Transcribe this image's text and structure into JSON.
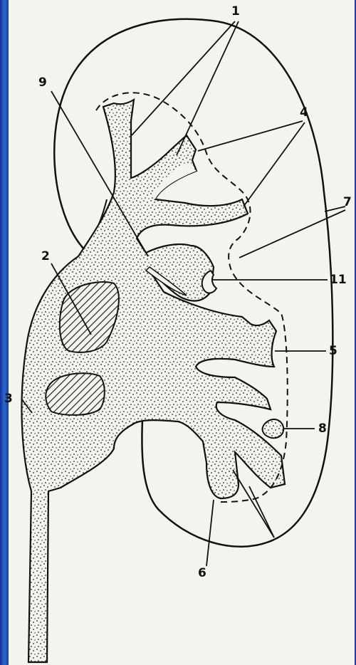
{
  "figure": {
    "labels": [
      {
        "id": "l1",
        "text": "1"
      },
      {
        "id": "l2",
        "text": "2"
      },
      {
        "id": "l3",
        "text": "3"
      },
      {
        "id": "l4",
        "text": "4"
      },
      {
        "id": "l5",
        "text": "5"
      },
      {
        "id": "l6",
        "text": "6"
      },
      {
        "id": "l7",
        "text": "7"
      },
      {
        "id": "l8",
        "text": "8"
      },
      {
        "id": "l9",
        "text": "9"
      },
      {
        "id": "l11",
        "text": "11"
      }
    ],
    "colors": {
      "background_frame": "#1a3f9c",
      "paper": "#f4f4ef",
      "ink": "#111111"
    }
  }
}
